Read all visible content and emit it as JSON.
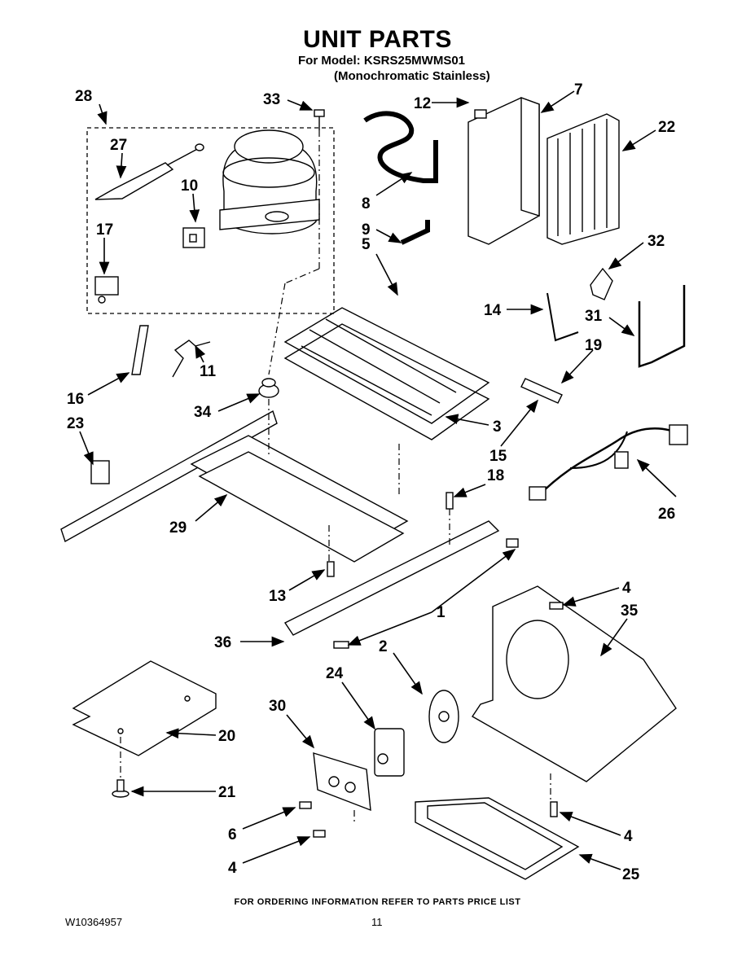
{
  "header": {
    "title": "UNIT PARTS",
    "model_line": "For Model: KSRS25MWMS01",
    "variant_line": "(Monochromatic Stainless)"
  },
  "callouts": {
    "c1": "1",
    "c2": "2",
    "c3": "3",
    "c4a": "4",
    "c4b": "4",
    "c4c": "4",
    "c5": "5",
    "c6": "6",
    "c7": "7",
    "c8": "8",
    "c9": "9",
    "c10": "10",
    "c11": "11",
    "c12": "12",
    "c13": "13",
    "c14": "14",
    "c15": "15",
    "c16": "16",
    "c17": "17",
    "c18": "18",
    "c19": "19",
    "c20": "20",
    "c21": "21",
    "c22": "22",
    "c23": "23",
    "c24": "24",
    "c25": "25",
    "c26": "26",
    "c27": "27",
    "c28": "28",
    "c29": "29",
    "c30": "30",
    "c31": "31",
    "c32": "32",
    "c33": "33",
    "c34": "34",
    "c35": "35",
    "c36": "36"
  },
  "footer": {
    "ordering_note": "FOR ORDERING INFORMATION REFER TO PARTS PRICE LIST",
    "document_id": "W10364957",
    "page_number": "11"
  },
  "colors": {
    "ink": "#000000",
    "paper": "#ffffff"
  }
}
